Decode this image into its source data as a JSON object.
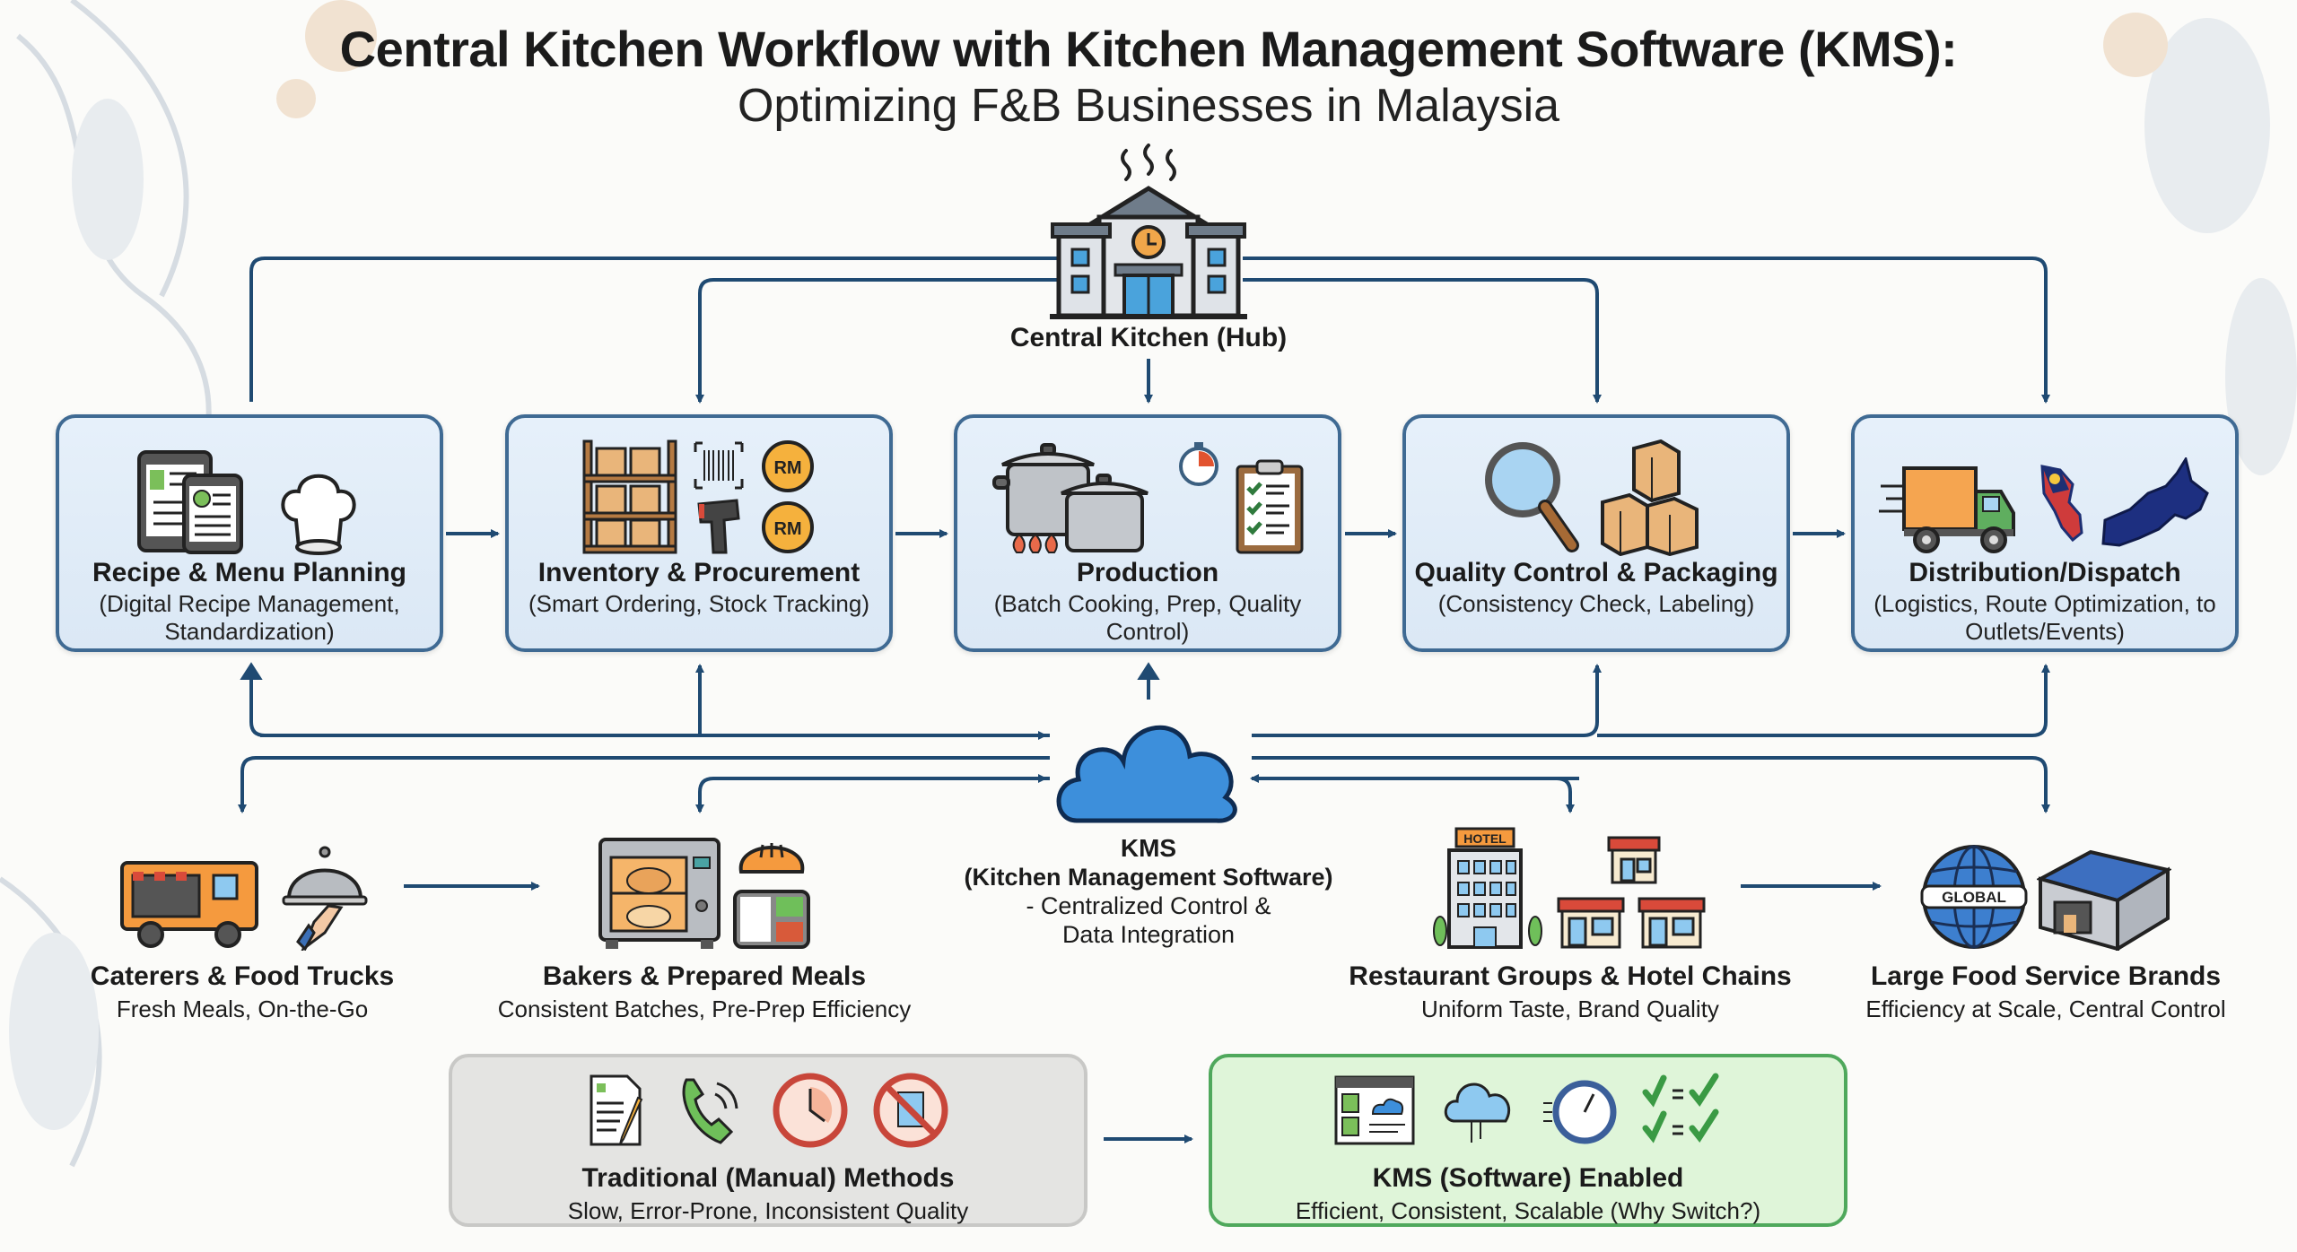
{
  "header": {
    "title": "Central Kitchen Workflow with Kitchen Management Software (KMS):",
    "subtitle": "Optimizing F&B Businesses in Malaysia"
  },
  "hub": {
    "label": "Central Kitchen (Hub)",
    "icon": "central-kitchen-building-icon"
  },
  "stages": [
    {
      "name": "Recipe & Menu Planning",
      "desc": "(Digital Recipe Management, Standardization)",
      "icons": [
        "tablet-recipe-icon",
        "chef-hat-icon"
      ]
    },
    {
      "name": "Inventory & Procurement",
      "desc": "(Smart Ordering, Stock Tracking)",
      "icons": [
        "shelf-boxes-icon",
        "barcode-scanner-icon",
        "rm-coin-icon"
      ],
      "coin_label": "RM"
    },
    {
      "name": "Production",
      "desc": "(Batch Cooking, Prep, Quality Control)",
      "icons": [
        "cooking-pots-icon",
        "stopwatch-icon",
        "checklist-clipboard-icon"
      ]
    },
    {
      "name": "Quality Control & Packaging",
      "desc": "(Consistency Check, Labeling)",
      "icons": [
        "magnifying-glass-icon",
        "stacked-boxes-icon"
      ]
    },
    {
      "name": "Distribution/Dispatch",
      "desc": "(Logistics, Route Optimization, to Outlets/Events)",
      "icons": [
        "delivery-truck-icon",
        "malaysia-map-icon"
      ]
    }
  ],
  "kms": {
    "line1": "KMS",
    "line2": "(Kitchen Management Software)",
    "line3": "- Centralized Control &",
    "line4": "Data Integration",
    "icon": "cloud-icon"
  },
  "segments": [
    {
      "name": "Caterers & Food Trucks",
      "desc": "Fresh Meals, On-the-Go",
      "icons": [
        "food-truck-icon",
        "serving-cloche-icon"
      ]
    },
    {
      "name": "Bakers & Prepared Meals",
      "desc": "Consistent Batches, Pre-Prep Efficiency",
      "icons": [
        "oven-icon",
        "bread-icon",
        "meal-tray-icon"
      ]
    },
    {
      "name": "Restaurant Groups & Hotel Chains",
      "desc": "Uniform Taste, Brand Quality",
      "icons": [
        "hotel-icon",
        "restaurant-storefront-icon"
      ],
      "hotel_sign": "HOTEL"
    },
    {
      "name": "Large Food Service Brands",
      "desc": "Efficiency at Scale, Central Control",
      "icons": [
        "globe-icon",
        "warehouse-icon"
      ],
      "globe_label": "GLOBAL"
    }
  ],
  "comparison": {
    "traditional": {
      "name": "Traditional (Manual) Methods",
      "desc": "Slow, Error-Prone, Inconsistent Quality",
      "icons": [
        "paper-form-icon",
        "phone-call-icon",
        "clock-icon",
        "no-clipboard-icon"
      ]
    },
    "kms": {
      "name": "KMS (Software) Enabled",
      "desc": "Efficient, Consistent, Scalable (Why Switch?)",
      "icons": [
        "dashboard-window-icon",
        "cloud-sync-icon",
        "speedometer-icon",
        "check-equals-check-icon"
      ]
    }
  },
  "colors": {
    "wire": "#1f4a72",
    "stage_border": "#3f6a93",
    "stage_fill": "#e2edf8",
    "cloud": "#3d8fdb",
    "traditional_fill": "#e4e4e2",
    "kms_fill": "#dff5d9",
    "kms_border": "#4fa85c"
  }
}
